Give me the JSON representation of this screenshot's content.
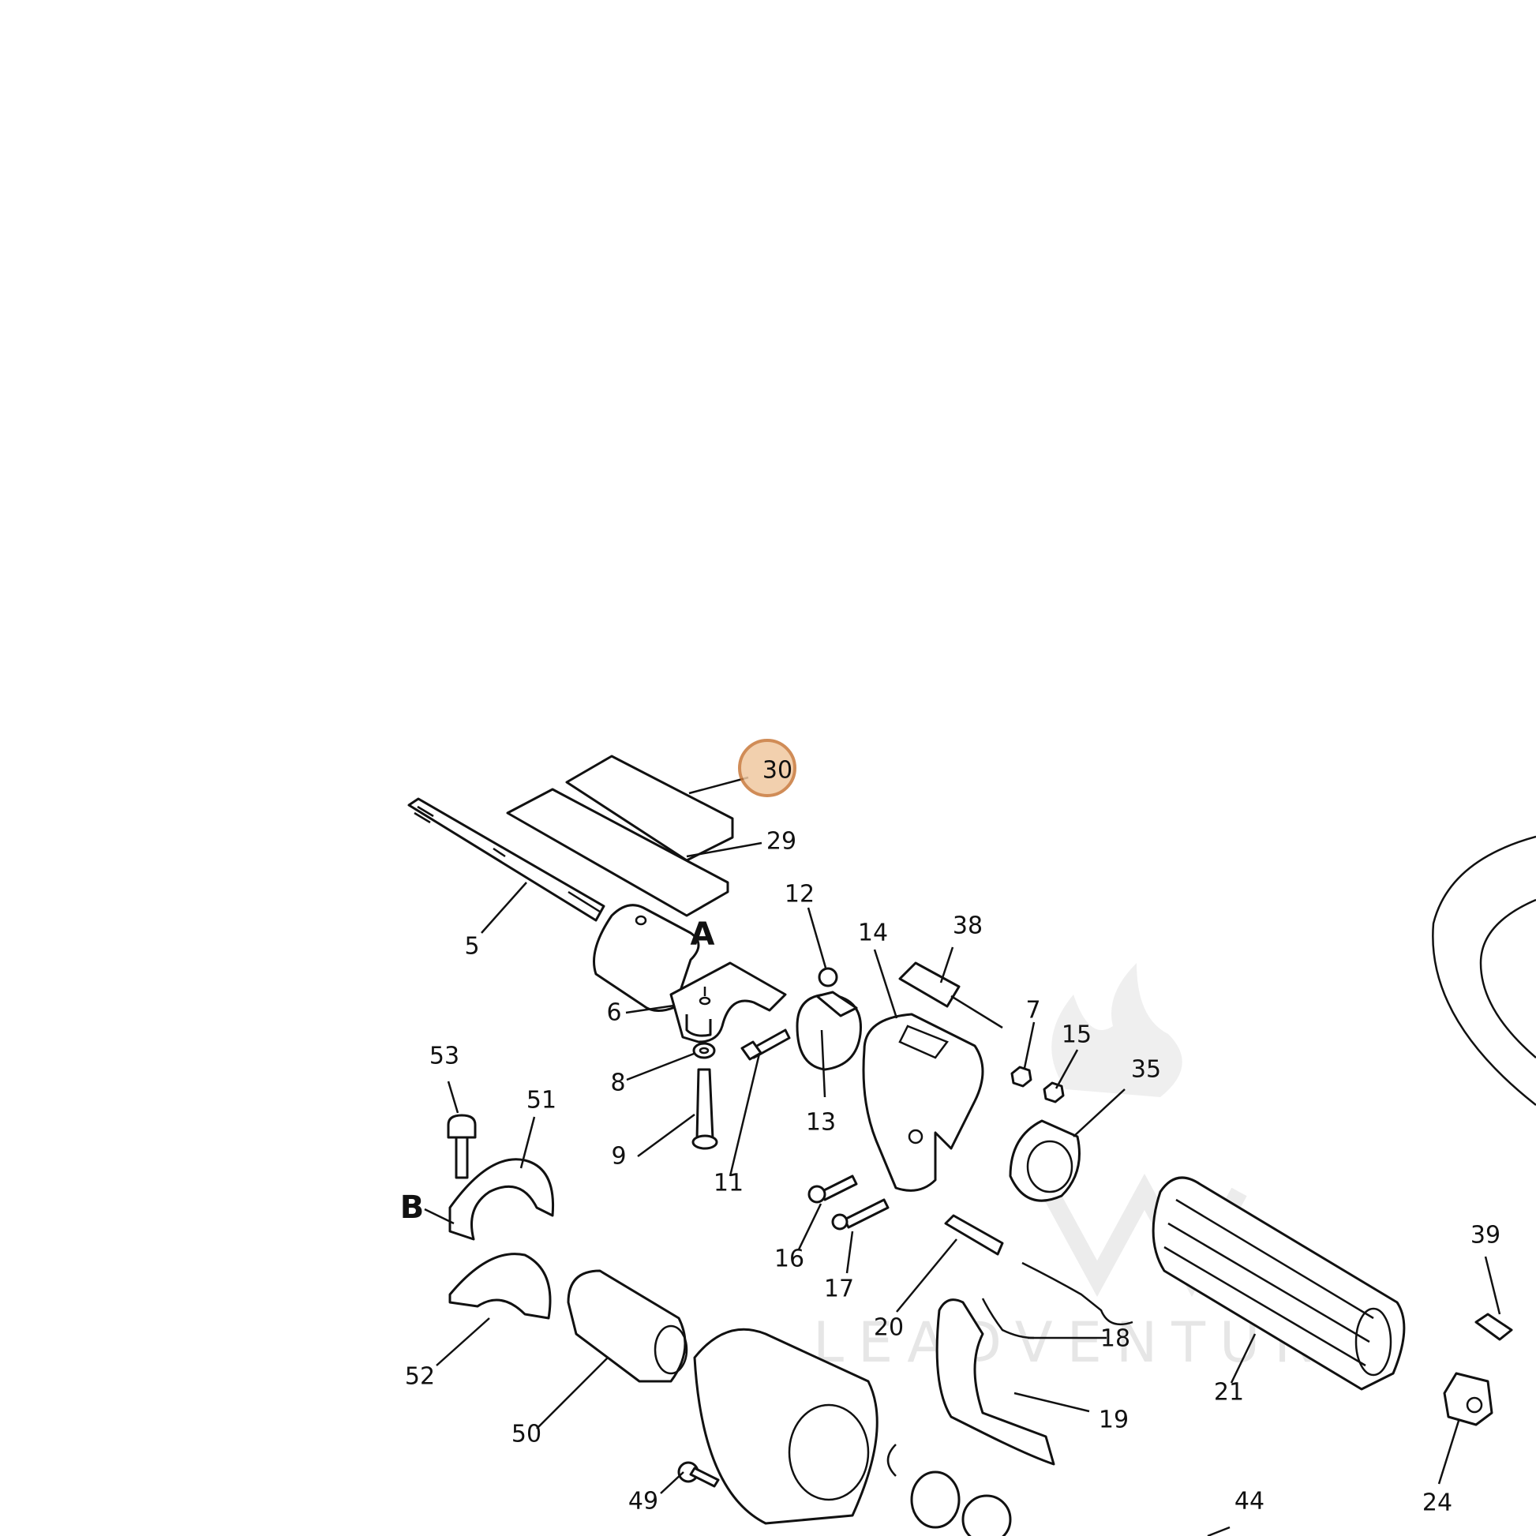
{
  "watermark": {
    "text": "LEADVENTURE"
  },
  "highlight": {
    "label": "30",
    "color": "#f0c8a0"
  },
  "callouts": [
    {
      "id": "30",
      "label": "30"
    },
    {
      "id": "29",
      "label": "29"
    },
    {
      "id": "5",
      "label": "5"
    },
    {
      "id": "12",
      "label": "12"
    },
    {
      "id": "14",
      "label": "14"
    },
    {
      "id": "38",
      "label": "38"
    },
    {
      "id": "A",
      "label": "A"
    },
    {
      "id": "6",
      "label": "6"
    },
    {
      "id": "7",
      "label": "7"
    },
    {
      "id": "15",
      "label": "15"
    },
    {
      "id": "35",
      "label": "35"
    },
    {
      "id": "8",
      "label": "8"
    },
    {
      "id": "13",
      "label": "13"
    },
    {
      "id": "53",
      "label": "53"
    },
    {
      "id": "51",
      "label": "51"
    },
    {
      "id": "9",
      "label": "9"
    },
    {
      "id": "11",
      "label": "11"
    },
    {
      "id": "B",
      "label": "B"
    },
    {
      "id": "16",
      "label": "16"
    },
    {
      "id": "17",
      "label": "17"
    },
    {
      "id": "39",
      "label": "39"
    },
    {
      "id": "20",
      "label": "20"
    },
    {
      "id": "18",
      "label": "18"
    },
    {
      "id": "52",
      "label": "52"
    },
    {
      "id": "21",
      "label": "21"
    },
    {
      "id": "19",
      "label": "19"
    },
    {
      "id": "50",
      "label": "50"
    },
    {
      "id": "24",
      "label": "24"
    },
    {
      "id": "49",
      "label": "49"
    },
    {
      "id": "44",
      "label": "44"
    }
  ]
}
